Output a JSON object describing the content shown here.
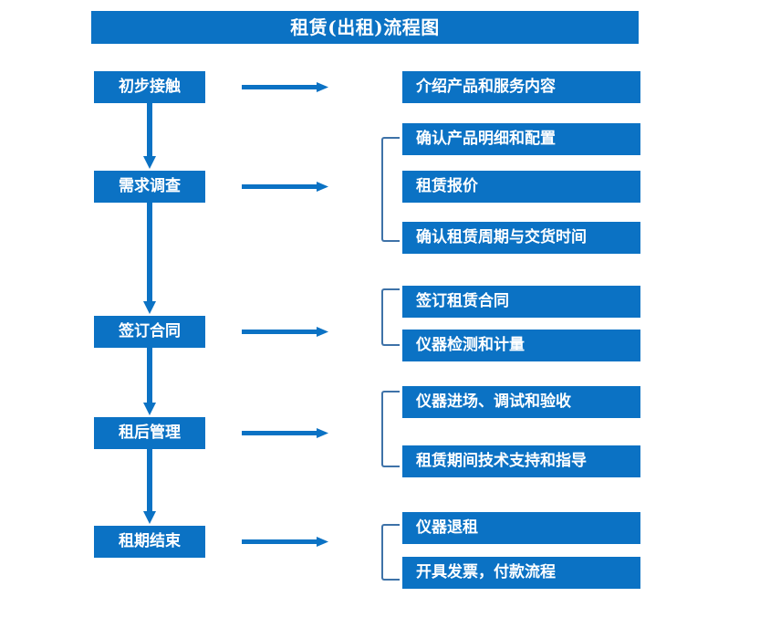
{
  "diagram": {
    "title": "租赁(出租)流程图",
    "colors": {
      "box_fill": "#0b72c4",
      "box_text": "#ffffff",
      "arrow": "#0b72c4",
      "bracket": "#3e72a8",
      "background": "#ffffff"
    },
    "stages": [
      {
        "label": "初步接触"
      },
      {
        "label": "需求调查"
      },
      {
        "label": "签订合同"
      },
      {
        "label": "租后管理"
      },
      {
        "label": "租期结束"
      }
    ],
    "details": [
      {
        "label": "介绍产品和服务内容"
      },
      {
        "label": "确认产品明细和配置"
      },
      {
        "label": "租赁报价"
      },
      {
        "label": "确认租赁周期与交货时间"
      },
      {
        "label": "签订租赁合同"
      },
      {
        "label": "仪器检测和计量"
      },
      {
        "label": "仪器进场、调试和验收"
      },
      {
        "label": "租赁期间技术支持和指导"
      },
      {
        "label": "仪器退租"
      },
      {
        "label": "开具发票，付款流程"
      }
    ],
    "arrows": {
      "horizontal_count": 5,
      "vertical_count": 4,
      "glyph": "right-arrow"
    },
    "brackets": {
      "count": 4,
      "groups": [
        {
          "stage": "需求调查",
          "details": [
            "确认产品明细和配置",
            "租赁报价",
            "确认租赁周期与交货时间"
          ]
        },
        {
          "stage": "签订合同",
          "details": [
            "签订租赁合同",
            "仪器检测和计量"
          ]
        },
        {
          "stage": "租后管理",
          "details": [
            "仪器进场、调试和验收",
            "租赁期间技术支持和指导"
          ]
        },
        {
          "stage": "租期结束",
          "details": [
            "仪器退租",
            "开具发票，付款流程"
          ]
        }
      ]
    }
  }
}
